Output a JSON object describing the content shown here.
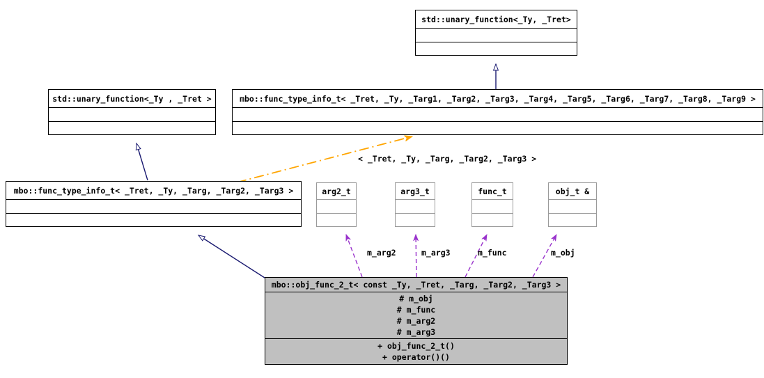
{
  "diagram": {
    "title": "UML inheritance and collaboration diagram",
    "colors": {
      "inheritance_edge": "#191970",
      "usage_edge": "#9932cc",
      "template_edge": "#ffa500",
      "class_fill": "#c0c0c0",
      "plain_fill": "#ffffff",
      "border": "#000000",
      "light_border": "#9a9a9a"
    },
    "nodes": {
      "std_unary_function_top": {
        "title": "std::unary_function<_Ty, _Tret>",
        "attributes": [],
        "methods": []
      },
      "std_unary_function_left": {
        "title": "std::unary_function<_Ty , _Tret >",
        "attributes": [],
        "methods": []
      },
      "func_type_info_t_full": {
        "title": "mbo::func_type_info_t< _Tret, _Ty, _Targ1, _Targ2, _Targ3, _Targ4, _Targ5, _Targ6, _Targ7, _Targ8, _Targ9 >",
        "attributes": [],
        "methods": []
      },
      "func_type_info_t_spec": {
        "title": "mbo::func_type_info_t< _Tret, _Ty, _Targ, _Targ2, _Targ3 >",
        "attributes": [],
        "methods": []
      },
      "arg2_t": {
        "title": "arg2_t",
        "attributes": [],
        "methods": []
      },
      "arg3_t": {
        "title": "arg3_t",
        "attributes": [],
        "methods": []
      },
      "func_t": {
        "title": "func_t",
        "attributes": [],
        "methods": []
      },
      "obj_t_ref": {
        "title": "obj_t &",
        "attributes": [],
        "methods": []
      },
      "obj_func_2_t": {
        "title": "mbo::obj_func_2_t< const _Ty, _Tret, _Targ, _Targ2, _Targ3 >",
        "attributes": [
          "# m_obj",
          "# m_func",
          "# m_arg2",
          "# m_arg3"
        ],
        "methods": [
          "+ obj_func_2_t()",
          "+ operator()()"
        ]
      }
    },
    "edge_labels": {
      "template_binding": "< _Tret, _Ty, _Targ, _Targ2, _Targ3 >",
      "m_arg2": "m_arg2",
      "m_arg3": "m_arg3",
      "m_func": "m_func",
      "m_obj": "m_obj"
    }
  }
}
